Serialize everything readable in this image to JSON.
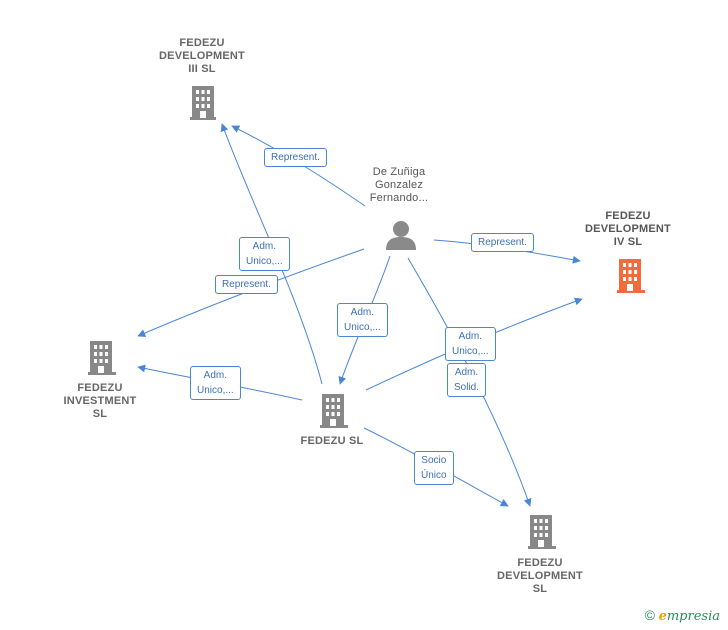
{
  "colors": {
    "edge": "#4a86d4",
    "building": "#888888",
    "focus_building": "#f26b3a",
    "person": "#8a8a8a"
  },
  "nodes": {
    "fdev3": {
      "lines": [
        "FEDEZU",
        "DEVELOPMENT",
        "III  SL"
      ],
      "icon": "building-icon"
    },
    "fdev4": {
      "lines": [
        "FEDEZU",
        "DEVELOPMENT",
        "IV  SL"
      ],
      "icon": "building-icon-highlight"
    },
    "person": {
      "lines": [
        "De Zuñiga",
        "Gonzalez",
        "Fernando..."
      ],
      "icon": "person-icon"
    },
    "finv": {
      "lines": [
        "FEDEZU",
        "INVESTMENT",
        "SL"
      ],
      "icon": "building-icon"
    },
    "fsl": {
      "lines": [
        "FEDEZU  SL"
      ],
      "icon": "building-icon"
    },
    "fdev": {
      "lines": [
        "FEDEZU",
        "DEVELOPMENT",
        "SL"
      ],
      "icon": "building-icon"
    }
  },
  "edge_labels": {
    "e1": [
      "Represent."
    ],
    "e2": [
      "Adm.",
      "Unico,..."
    ],
    "e3": [
      "Represent."
    ],
    "e4": [
      "Represent."
    ],
    "e5": [
      "Adm.",
      "Unico,..."
    ],
    "e6": [
      "Adm.",
      "Unico,..."
    ],
    "e7": [
      "Adm.",
      "Unico,..."
    ],
    "e8": [
      "Adm.",
      "Solid."
    ],
    "e9": [
      "Socio",
      "Único"
    ]
  },
  "footer": {
    "copyright": "©",
    "brand_first": "e",
    "brand_rest": "mpresia"
  }
}
